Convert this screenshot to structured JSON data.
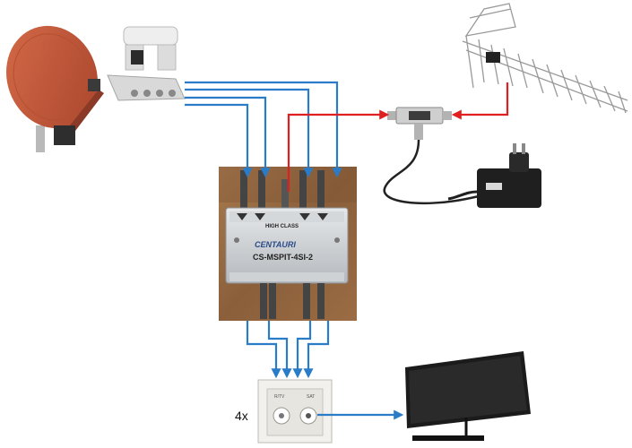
{
  "quantity_label": "4x",
  "multiswitch": {
    "brand": "CENTAURI",
    "series": "HIGH CLASS",
    "model": "CS-MSPIT-4SI-2"
  },
  "wall_socket": {
    "tv_label": "R/TV",
    "sat_label": "SAT"
  },
  "colors": {
    "sat_lines": "#2a7bc8",
    "terrestrial_lines": "#e02020",
    "dish": "#c65a3c",
    "tv_frame": "#1b1b1b"
  },
  "components": [
    {
      "icon": "satellite-dish-icon"
    },
    {
      "icon": "quad-lnb-icon"
    },
    {
      "icon": "terrestrial-antenna-icon"
    },
    {
      "icon": "amplifier-icon"
    },
    {
      "icon": "power-adapter-icon"
    },
    {
      "icon": "multiswitch-icon"
    },
    {
      "icon": "wall-socket-icon"
    },
    {
      "icon": "television-icon"
    }
  ]
}
